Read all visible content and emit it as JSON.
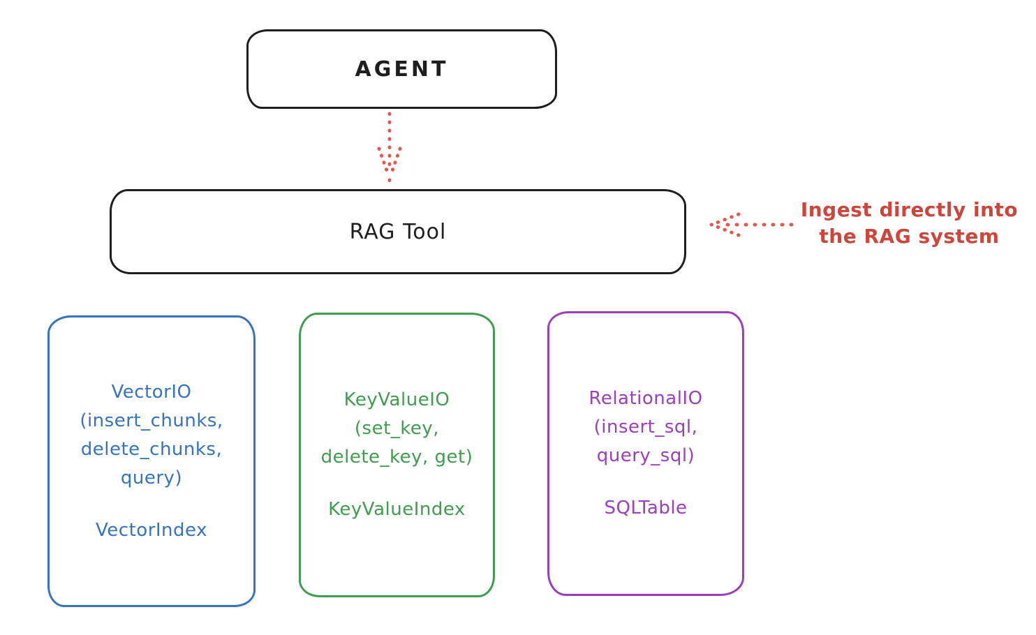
{
  "diagram": {
    "agent": {
      "label": "AGENT"
    },
    "rag_tool": {
      "label": "RAG Tool"
    },
    "annotation": {
      "line1": "Ingest directly into",
      "line2": "the RAG system",
      "color": "#cd463c"
    },
    "arrows": {
      "agent_to_rag": {
        "style": "dotted",
        "direction": "down",
        "color": "#e0584f"
      },
      "annotation_to_rag": {
        "style": "dotted",
        "direction": "left",
        "color": "#e0584f"
      }
    },
    "colors": {
      "stroke": "#1e1e1e",
      "background": "#ffffff",
      "red": "#cd463c",
      "blue": "#3474c0",
      "green": "#3f9e4d",
      "purple": "#9c3fbd"
    },
    "io_boxes": [
      {
        "name": "vector-io",
        "color": "#3474c0",
        "lines": [
          "VectorIO",
          "(insert_chunks,",
          "delete_chunks,",
          "query)"
        ],
        "index_label": "VectorIndex"
      },
      {
        "name": "keyvalue-io",
        "color": "#3f9e4d",
        "lines": [
          "KeyValueIO",
          "(set_key,",
          "delete_key, get)"
        ],
        "index_label": "KeyValueIndex"
      },
      {
        "name": "relational-io",
        "color": "#9c3fbd",
        "lines": [
          "RelationalIO",
          "(insert_sql,",
          "query_sql)"
        ],
        "index_label": "SQLTable"
      }
    ]
  }
}
